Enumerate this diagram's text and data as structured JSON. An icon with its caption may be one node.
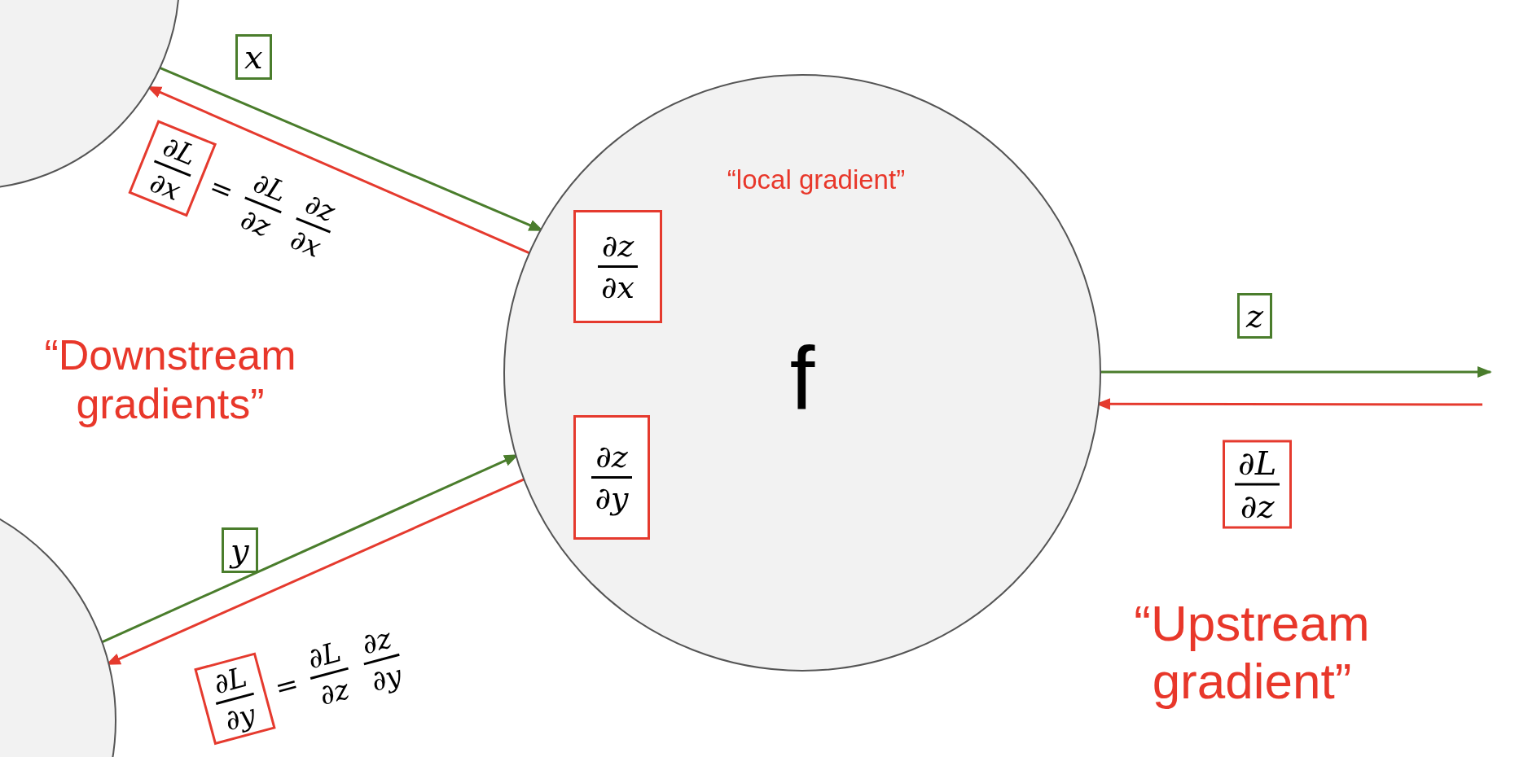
{
  "diagram": {
    "nodes": [
      {
        "text": [],
        "shape": "circle"
      },
      {
        "text": [],
        "shape": "circle"
      },
      {
        "text": [
          "f"
        ]
      },
      {
        "text": [
          "∂z/∂x"
        ],
        "in": 2
      },
      {
        "text": [
          "∂z/∂y"
        ],
        "in": 2
      }
    ],
    "edges": [
      {
        "from": 0,
        "to": 2,
        "arrow": "to",
        "label": "x",
        "color": "#4a7d2c"
      },
      {
        "from": 2,
        "to": 0,
        "arrow": "to",
        "label": "∂L/∂x = ∂L/∂z ∂z/∂x",
        "color": "#e53a2e"
      },
      {
        "from": 1,
        "to": 2,
        "arrow": "to",
        "label": "y",
        "color": "#4a7d2c"
      },
      {
        "from": 2,
        "to": 1,
        "arrow": "to",
        "label": "∂L/∂y = ∂L/∂z ∂z/∂y",
        "color": "#e53a2e"
      },
      {
        "from": 2,
        "to": null,
        "arrow": "to",
        "label": "z",
        "color": "#4a7d2c"
      },
      {
        "from": null,
        "to": 2,
        "arrow": "to",
        "label": "∂L/∂z",
        "color": "#e53a2e"
      }
    ],
    "labels": [
      "“local gradient”",
      "“Downstream gradients”",
      "“Upstream gradient”"
    ]
  }
}
